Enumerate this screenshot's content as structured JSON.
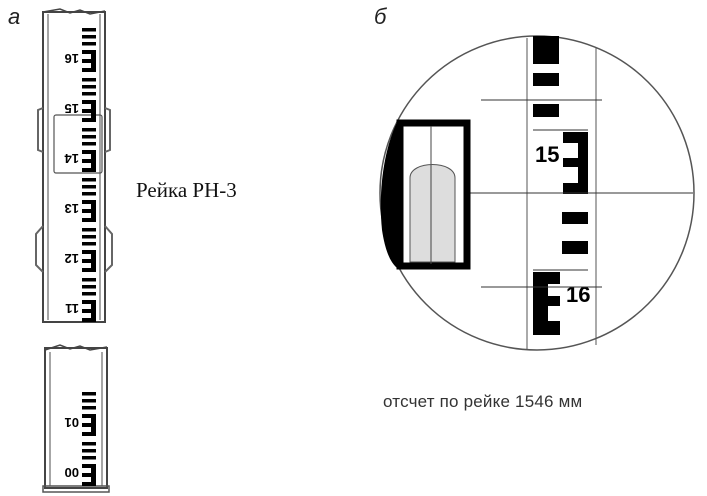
{
  "panel_a": {
    "letter": "а",
    "title": "Рейка РН-3",
    "upper_rod_labels": [
      "16",
      "15",
      "14",
      "13",
      "12",
      "11"
    ],
    "lower_rod_labels": [
      "01",
      "00"
    ]
  },
  "panel_b": {
    "letter": "б",
    "view_labels": [
      "15",
      "16"
    ],
    "caption": "отсчет по рейке  1546 мм"
  }
}
